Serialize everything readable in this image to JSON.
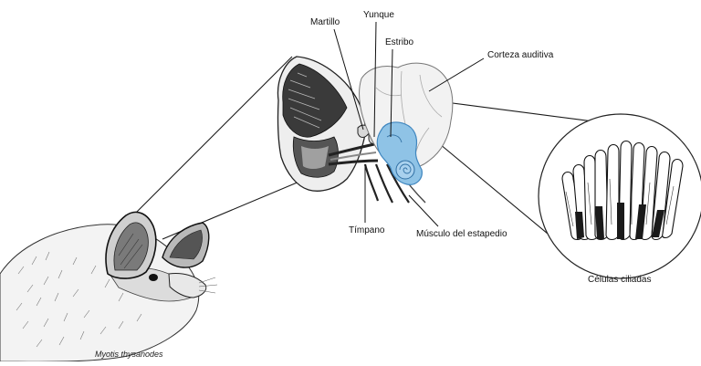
{
  "labels": {
    "martillo": "Martillo",
    "yunque": "Yunque",
    "estribo": "Estribo",
    "corteza": "Corteza auditiva",
    "timpano": "Tímpano",
    "musculo": "Músculo del estapedio",
    "celulas": "Células ciliadas"
  },
  "species": "Myotis thysanodes",
  "colors": {
    "line": "#1a1a1a",
    "cochlea": "#8fc3e6",
    "cochlea_dark": "#3f86bf",
    "brain": "#f1f1f1"
  }
}
